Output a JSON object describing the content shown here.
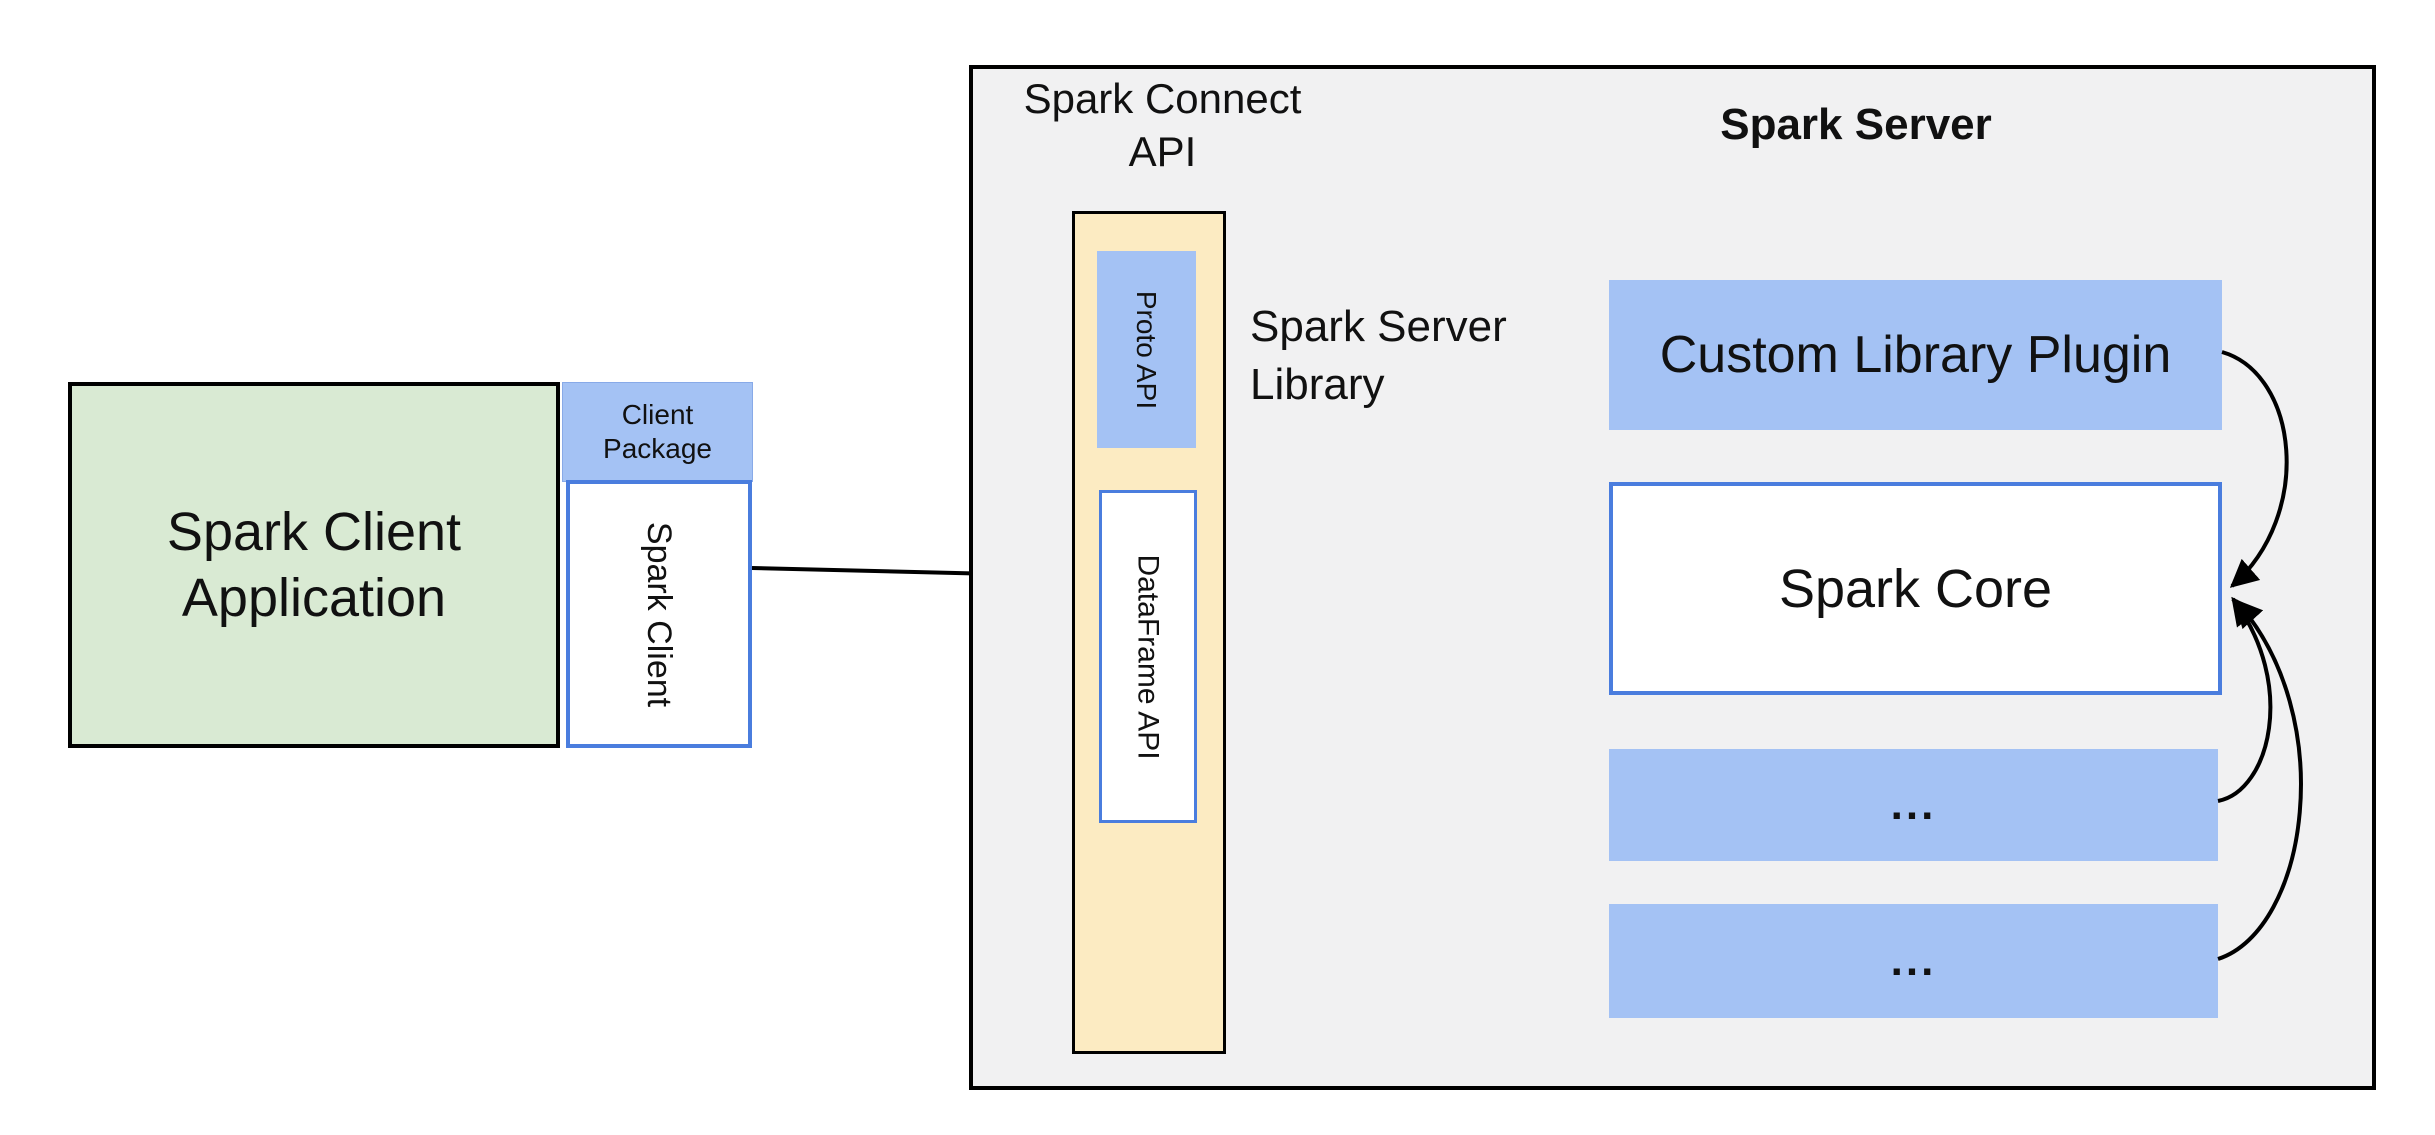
{
  "client": {
    "app_label": "Spark Client\nApplication",
    "package_label": "Client\nPackage",
    "client_label": "Spark Client"
  },
  "connect": {
    "api_label": "Spark Connect\nAPI",
    "proto_label": "Proto API",
    "dataframe_label": "DataFrame API",
    "library_label": "Spark Server\nLibrary"
  },
  "server": {
    "title": "Spark Server",
    "plugin_label": "Custom Library Plugin",
    "core_label": "Spark Core",
    "ellipsis1": "...",
    "ellipsis2": "..."
  },
  "colors": {
    "container_fill": "#f1f1f2",
    "container_border": "#000000",
    "client_green": "#d9ead3",
    "accent_blue_fill": "#a4c2f4",
    "accent_blue_border": "#4a7dde",
    "api_cream": "#fcebc2",
    "arrow": "#000000",
    "text": "#111111"
  }
}
